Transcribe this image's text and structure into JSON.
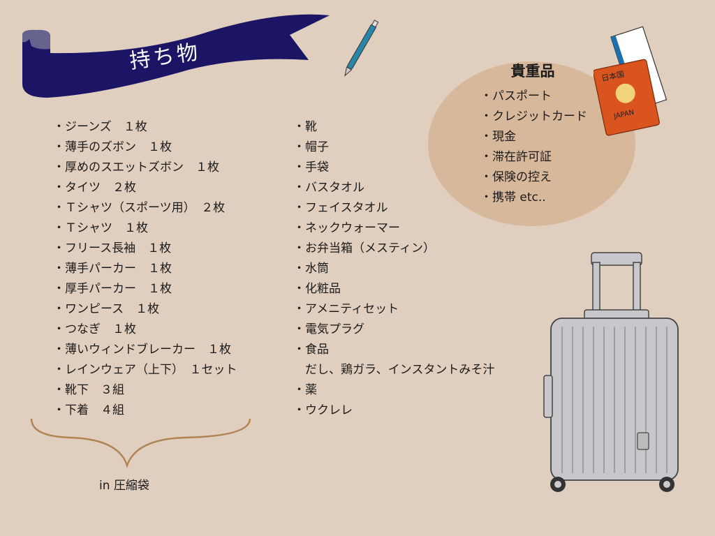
{
  "title": "持ち物",
  "clothes": [
    "・ジーンズ　１枚",
    "・薄手のズボン　１枚",
    "・厚めのスエットズボン　１枚",
    "・タイツ　２枚",
    "・Ｔシャツ（スポーツ用）　２枚",
    "・Ｔシャツ　１枚",
    "・フリース長袖　１枚",
    "・薄手パーカー　１枚",
    "・厚手パーカー　１枚",
    "・ワンピース　１枚",
    "・つなぎ　１枚",
    "・薄いウィンドブレーカー　１枚",
    "・レインウェア（上下）　１セット",
    "・靴下　３組",
    "・下着　４組"
  ],
  "clothes_note": "in 圧縮袋",
  "other_items": [
    "・靴",
    "・帽子",
    "・手袋",
    "・バスタオル",
    "・フェイスタオル",
    "・ネックウォーマー",
    "・お弁当箱（メスティン）",
    "・水筒",
    "・化粧品",
    "・アメニティセット",
    "・電気プラグ",
    "・食品",
    "　だし、鶏ガラ、インスタントみそ汁",
    "・薬",
    "・ウクレレ"
  ],
  "valuables": {
    "title": "貴重品",
    "items": [
      "・パスポート",
      "・クレジットカード",
      "・現金",
      "・滞在許可証",
      "・保険の控え",
      "・携帯 etc.."
    ]
  },
  "passport_text": {
    "country": "日本国",
    "label": "JAPAN"
  },
  "colors": {
    "background": "#e0cfbf",
    "banner": "#1c1566",
    "circle": "#d7b89b",
    "passport": "#d9541e",
    "brace": "#b08455"
  }
}
